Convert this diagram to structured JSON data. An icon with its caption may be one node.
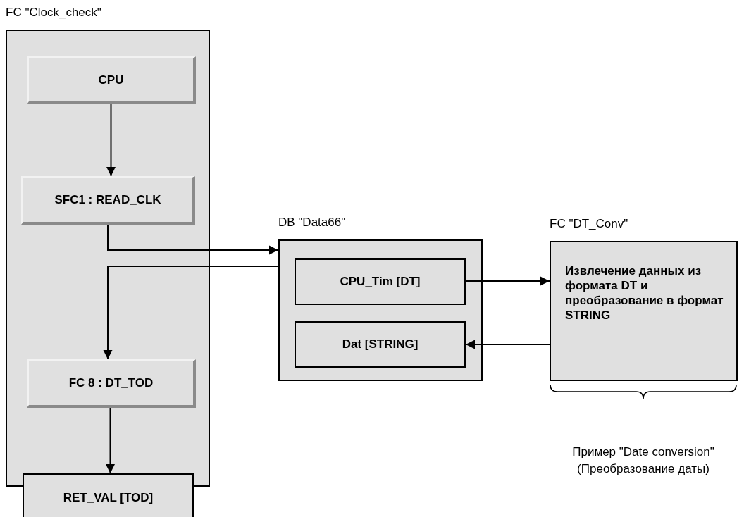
{
  "diagram": {
    "nodes": [
      {
        "text": [
          "FC \"Clock_check\""
        ]
      },
      {
        "text": [
          "CPU"
        ],
        "in": 0
      },
      {
        "text": [
          "SFC1 : READ_CLK"
        ],
        "in": 0
      },
      {
        "text": [
          "FC 8 : DT_TOD"
        ],
        "in": 0
      },
      {
        "text": [
          "RET_VAL [TOD]"
        ]
      },
      {
        "text": [
          "DB \"Data66\""
        ]
      },
      {
        "text": [
          "CPU_Tim [DT]"
        ],
        "in": 5
      },
      {
        "text": [
          "Dat [STRING]"
        ],
        "in": 5
      },
      {
        "text": [
          "FC \"DT_Conv\"",
          "Извлечение данных из формата DT и преобразование в формат STRING"
        ]
      }
    ],
    "edges": [
      {
        "from": 1,
        "to": 2,
        "arrow": "to"
      },
      {
        "from": 2,
        "to": 5,
        "arrow": "to"
      },
      {
        "from": 5,
        "to": 3,
        "arrow": "to"
      },
      {
        "from": 6,
        "to": 8,
        "arrow": "to"
      },
      {
        "from": 8,
        "to": 7,
        "arrow": "to"
      },
      {
        "from": 3,
        "to": 4,
        "arrow": "to"
      }
    ],
    "labels": [
      "Пример \"Date conversion\" (Преобразование даты)"
    ]
  }
}
